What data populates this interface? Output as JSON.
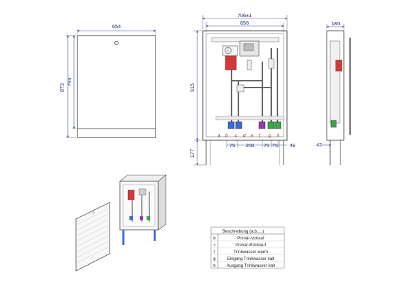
{
  "front_view": {
    "width_label": "654",
    "height_outer_label": "873",
    "height_inner_label": "793"
  },
  "open_view": {
    "overall_width_label": "706±1",
    "inner_width_label": "656",
    "height_label": "915",
    "foot_label": "177",
    "bottom_dims": [
      "75",
      "200",
      "75",
      "75",
      "49"
    ],
    "connection_letters": [
      "a",
      "b",
      "c",
      "d",
      "e",
      "f",
      "g",
      "h"
    ]
  },
  "side_view": {
    "depth_label": "180",
    "foot_offset_label": "42"
  },
  "legend": {
    "title": "Beschreibung (a,b,....)",
    "rows": [
      {
        "key": "b",
        "text": "Primär-Vorlauf"
      },
      {
        "key": "c",
        "text": "Primär-Rücklauf"
      },
      {
        "key": "f",
        "text": "Trinkwasser warm"
      },
      {
        "key": "g",
        "text": "Eingang Trinkwasser kalt"
      },
      {
        "key": "h",
        "text": "Ausgang Trinkwasser kalt"
      }
    ]
  },
  "colors": {
    "dimension": "#3a4fa0",
    "pump_red": "#d23a3a",
    "pipe_green": "#3aa84a",
    "pipe_purple": "#9a3ab0",
    "pipe_blue": "#3a6ad8"
  }
}
